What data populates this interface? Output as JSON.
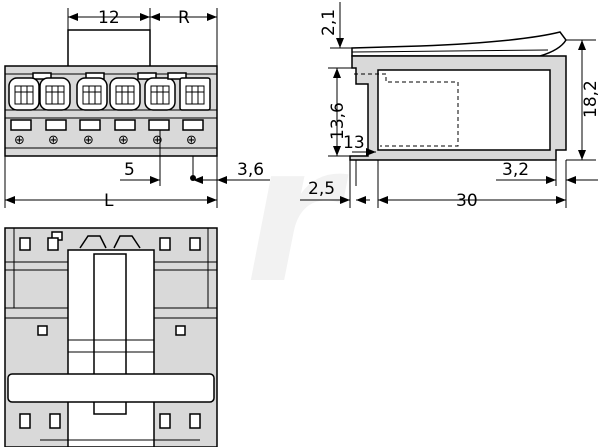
{
  "dimensions": {
    "front_width_12": "12",
    "front_pitch_r": "R",
    "front_pitch_5": "5",
    "front_offset_3_6": "3,6",
    "front_total_l": "L",
    "front_offset_2_5": "2,5",
    "side_top_2_1": "2,1",
    "side_height_13_6": "13,6",
    "side_height_18_2": "18,2",
    "side_depth_13": "13",
    "side_offset_3_2": "3,2",
    "side_length_30": "30"
  },
  "colors": {
    "line": "#000000",
    "body_fill": "#d9d9d9",
    "background": "#ffffff"
  }
}
